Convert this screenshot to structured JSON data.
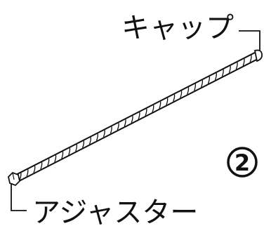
{
  "callouts": {
    "cap": {
      "label": "キャップ"
    },
    "adjuster": {
      "label": "アジャスター"
    }
  },
  "part": {
    "number": "2"
  },
  "rod": {
    "thread_turns": 34
  },
  "colors": {
    "line": "#111111",
    "fill": "#ffffff"
  }
}
